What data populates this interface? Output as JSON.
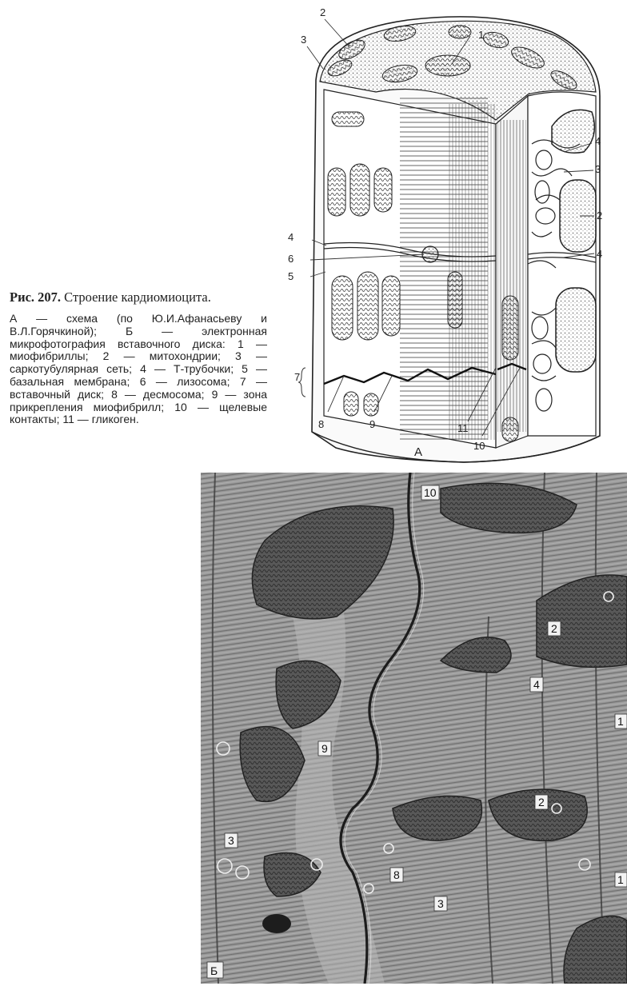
{
  "caption": {
    "figure_no": "Рис. 207.",
    "title": "Строение кардиомиоцита.",
    "body": "А — схема (по Ю.И.Афанасьеву и В.Л.Горячкиной); Б — электронная микрофотография вставочного диска: 1 — миофибриллы; 2 — митохондрии; 3 — саркотубулярная сеть; 4 — Т-трубочки; 5 — базальная мембрана; 6 — лизосома; 7 — вставочный диск; 8 — десмосома; 9 — зона прикрепления миофибрилл; 10 — щелевые контакты; 11 — гликоген."
  },
  "figure_a": {
    "letter": "А",
    "labels": {
      "top_2": "2",
      "top_3": "3",
      "top_1": "1",
      "right_4a": "4",
      "right_3": "3",
      "right_2": "2",
      "right_4b": "4",
      "left_4": "4",
      "left_6": "6",
      "left_5": "5",
      "left_7": "7",
      "bottom_8": "8",
      "bottom_9": "9",
      "bottom_11": "11",
      "bottom_10": "10"
    }
  },
  "figure_b": {
    "letter": "Б",
    "labels": {
      "l10": "10",
      "l2a": "2",
      "l4": "4",
      "l1a": "1",
      "l9": "9",
      "l2b": "2",
      "l3a": "3",
      "l8": "8",
      "l3b": "3",
      "l1b": "1"
    }
  }
}
